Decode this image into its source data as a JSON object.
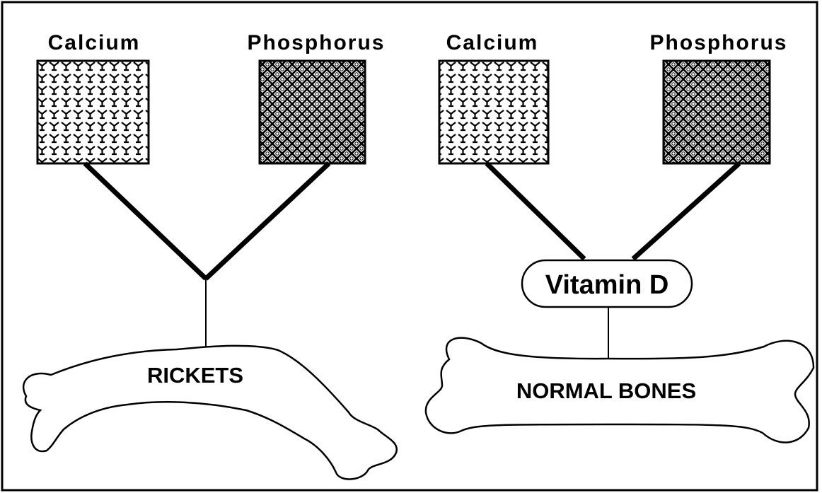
{
  "left_panel": {
    "nutrient_a": "Calcium",
    "nutrient_b": "Phosphorus",
    "outcome": "RICKETS"
  },
  "right_panel": {
    "nutrient_a": "Calcium",
    "nutrient_b": "Phosphorus",
    "mediator": "Vitamin D",
    "outcome": "NORMAL BONES"
  }
}
